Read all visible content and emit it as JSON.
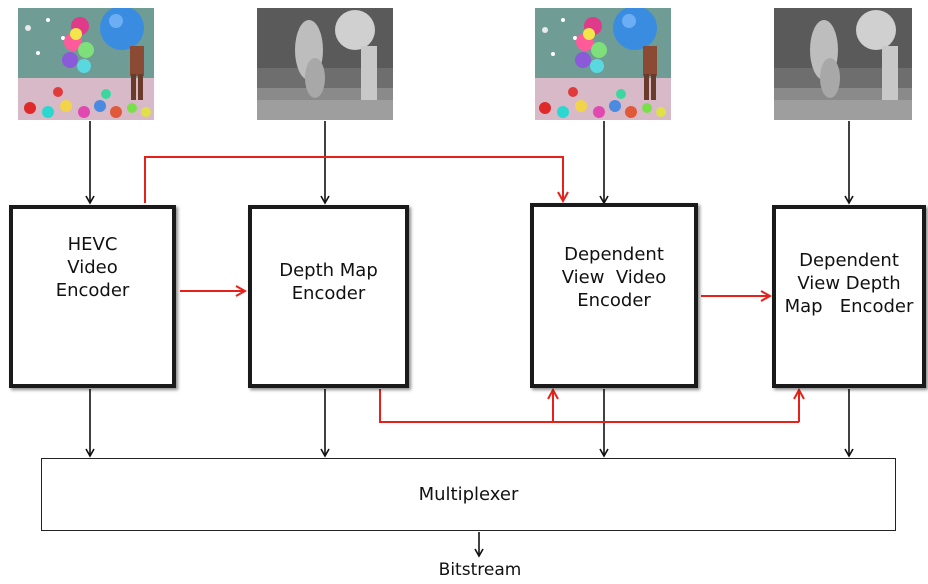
{
  "encoders": [
    {
      "id": "hevc",
      "label": "HEVC\nVideo\nEncoder"
    },
    {
      "id": "depth",
      "label": "Depth Map\nEncoder"
    },
    {
      "id": "dep_video",
      "label": "Dependent\nView  Video\nEncoder"
    },
    {
      "id": "dep_depth",
      "label": "Dependent\nView Depth\nMap   Encoder"
    }
  ],
  "inputs": [
    {
      "kind": "texture-view"
    },
    {
      "kind": "depth-map"
    },
    {
      "kind": "texture-view"
    },
    {
      "kind": "depth-map"
    }
  ],
  "multiplexer": {
    "label": "Multiplexer"
  },
  "output": {
    "label": "Bitstream"
  },
  "colors": {
    "dependency_arrow": "#e8201a",
    "flow_arrow": "#111111",
    "box_border": "#1a1a1a"
  }
}
